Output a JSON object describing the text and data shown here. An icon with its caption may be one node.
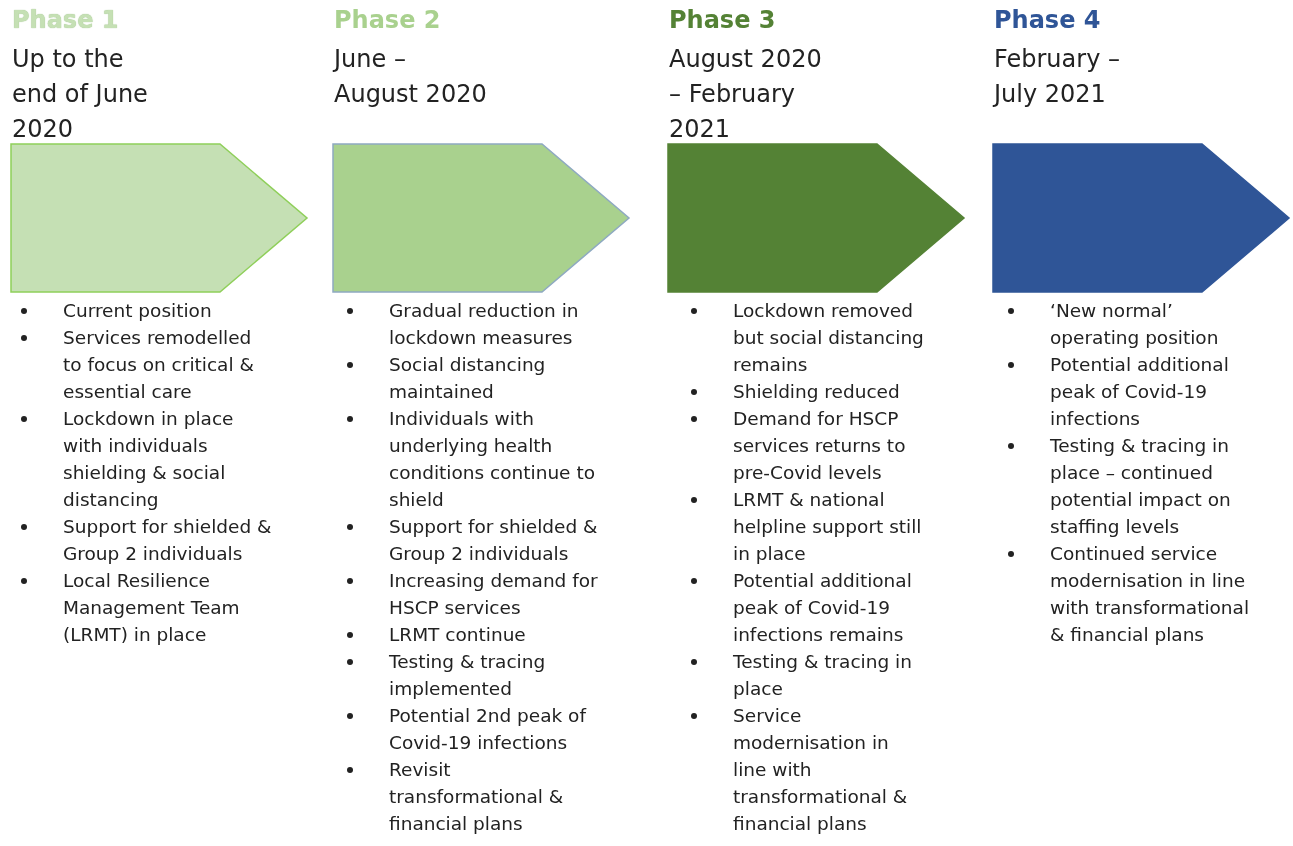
{
  "diagram": {
    "nodes": [
      {
        "text": [
          "Phase 1",
          "Up to the end of June 2020"
        ],
        "beside": [
          "Current position",
          "Services remodelled to focus on critical & essential care",
          "Lockdown in place with individuals shielding & social distancing",
          "Support for shielded & Group 2 individuals",
          "Local Resilience Management Team (LRMT) in place"
        ]
      },
      {
        "text": [
          "Phase 2",
          "June – August 2020"
        ],
        "beside": [
          "Gradual reduction in lockdown measures",
          "Social distancing maintained",
          "Individuals with underlying health conditions continue to shield",
          "Support for shielded & Group 2 individuals",
          "Increasing demand for HSCP services",
          "LRMT continue",
          "Testing & tracing implemented",
          "Potential 2nd peak of Covid-19 infections",
          "Revisit transformational & financial plans"
        ]
      },
      {
        "text": [
          "Phase 3",
          "August 2020 – February 2021"
        ],
        "beside": [
          "Lockdown removed but social distancing remains",
          "Shielding reduced",
          "Demand for HSCP services returns to pre-Covid levels",
          "LRMT & national helpline support still in place",
          "Potential additional peak of Covid-19 infections remains",
          "Testing & tracing in place",
          "Service modernisation in line with transformational & financial plans"
        ]
      },
      {
        "text": [
          "Phase 4",
          "February – July 2021"
        ],
        "beside": [
          "‘New normal’ operating position",
          "Potential additional peak of Covid-19 infections",
          "Testing & tracing in place – continued potential impact on staffing levels",
          "Continued service modernisation in line with transformational & financial plans"
        ]
      }
    ]
  }
}
